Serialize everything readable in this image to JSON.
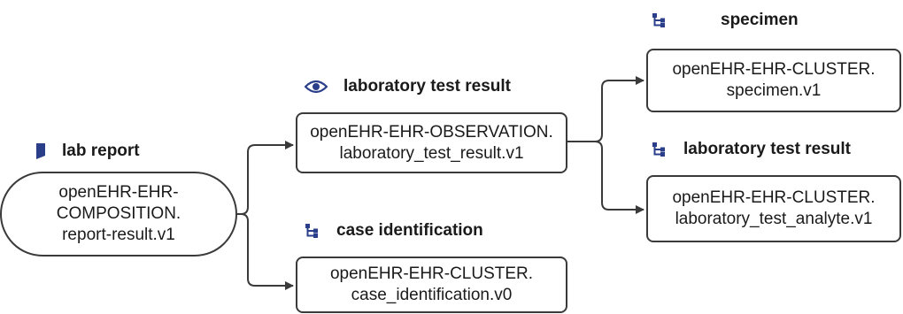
{
  "colors": {
    "icon": "#2b3e8a",
    "border": "#3a3a3a",
    "line": "#3a3a3a"
  },
  "nodes": {
    "lab_report": {
      "title": "lab report",
      "icon": "bookmark-icon",
      "line1": "openEHR-EHR-",
      "line2": "COMPOSITION.",
      "line3": "report-result.v1"
    },
    "observation": {
      "title": "laboratory test result",
      "icon": "eye-icon",
      "line1": "openEHR-EHR-OBSERVATION.",
      "line2": "laboratory_test_result.v1"
    },
    "case_identification": {
      "title": "case identification",
      "icon": "hierarchy-icon",
      "line1": "openEHR-EHR-CLUSTER.",
      "line2": "case_identification.v0"
    },
    "specimen": {
      "title": "specimen",
      "icon": "hierarchy-icon",
      "line1": "openEHR-EHR-CLUSTER.",
      "line2": "specimen.v1"
    },
    "analyte": {
      "title": "laboratory test result",
      "icon": "hierarchy-icon",
      "line1": "openEHR-EHR-CLUSTER.",
      "line2": "laboratory_test_analyte.v1"
    }
  }
}
